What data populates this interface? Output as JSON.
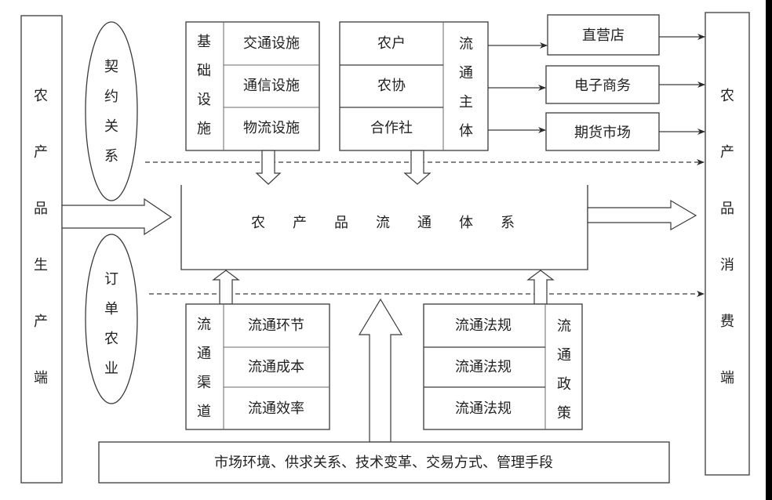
{
  "diagram": {
    "title": "农产品流通体系",
    "producer": "农产品生产端",
    "consumer": "农产品消费端",
    "ellipses": [
      {
        "label": "契约关系"
      },
      {
        "label": "订单农业"
      }
    ],
    "infrastructure": {
      "label": "基础设施",
      "items": [
        "交通设施",
        "通信设施",
        "物流设施"
      ]
    },
    "actors": {
      "label": "流通主体",
      "items": [
        "农户",
        "农协",
        "合作社"
      ]
    },
    "channels_out": [
      "直营店",
      "电子商务",
      "期货市场"
    ],
    "channels": {
      "label": "流通渠道",
      "items": [
        "流通环节",
        "流通成本",
        "流通效率"
      ]
    },
    "policy": {
      "label": "流通政策",
      "items": [
        "流通法规",
        "流通法规",
        "流通法规"
      ]
    },
    "environment": "市场环境、供求关系、技术变革、交易方式、管理手段"
  }
}
